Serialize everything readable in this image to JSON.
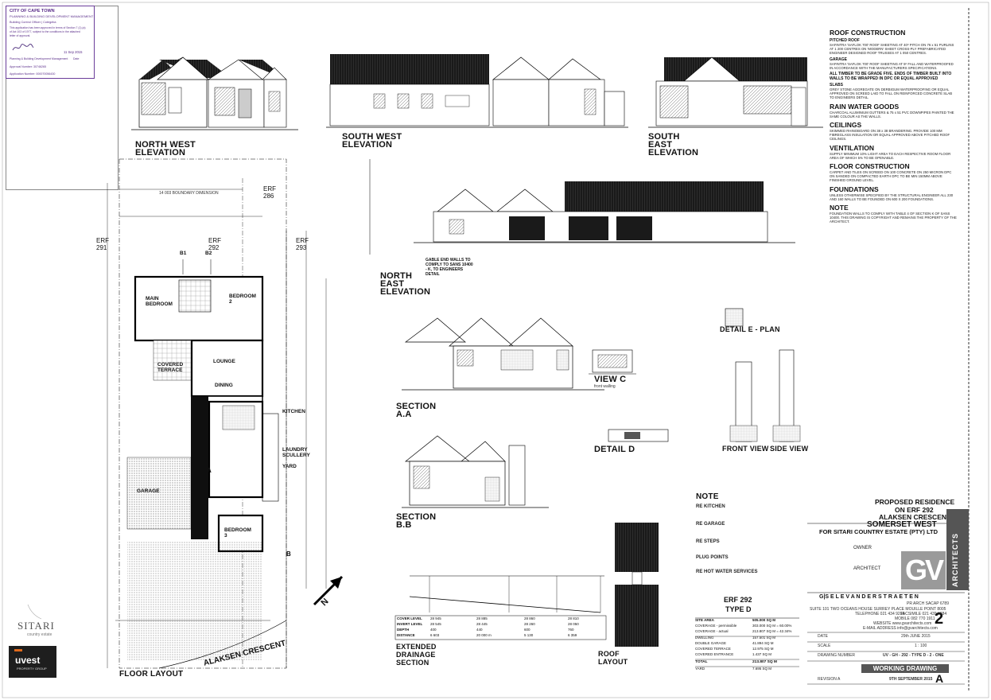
{
  "stamp": {
    "line1": "CITY OF CAPE TOWN",
    "line2": "PLANNING & BUILDING DEVELOPMENT MANAGEMENT",
    "line3": "Building Control Officer | Cotegeba",
    "line4": "This application has been approved in terms of Section 7 (1) (a)",
    "line5": "of Act 103 of 1977, subject to the conditions in the attached",
    "line6": "letter of approval.",
    "date": "11 Sep 2015",
    "sig_label": "Planning & Building Development Management",
    "date_label": "Date",
    "approval_number": "Approval Number: 30746265",
    "application_number": "Application Number: 000070056430"
  },
  "views": {
    "nw_elevation": "NORTH WEST ELEVATION",
    "sw_elevation": "SOUTH WEST ELEVATION",
    "se_elevation": "SOUTH EAST ELEVATION",
    "ne_elevation": "NORTH EAST ELEVATION",
    "section_aa": "SECTION A.A",
    "section_bb": "SECTION B.B",
    "view_c": "VIEW C",
    "view_c_sub": "front walling",
    "detail_d": "DETAIL D",
    "detail_e": "DETAIL E - PLAN",
    "front_view": "FRONT VIEW",
    "side_view": "SIDE VIEW",
    "floor_layout": "FLOOR LAYOUT",
    "roof_layout": "ROOF LAYOUT",
    "drainage": "EXTENDED DRAINAGE SECTION",
    "street": "ALAKSEN CRESCENT",
    "gable_note": "GABLE END WALLS TO COMPLY TO SANS 10400 - K, TO ENGINEERS DETAIL"
  },
  "plan": {
    "erf291": "ERF 291",
    "erf292": "ERF 292",
    "erf293": "ERF 293",
    "erf286": "ERF 286",
    "boundary": "14 003 BOUNDARY DIMENSION",
    "rooms": {
      "main_bedroom": "MAIN BEDROOM",
      "bedroom2": "BEDROOM 2",
      "covered_terrace": "COVERED TERRACE",
      "lounge": "LOUNGE",
      "dining": "DINING",
      "kitchen": "KITCHEN",
      "laundry": "LAUNDRY SCULLERY",
      "yard": "YARD",
      "garage": "GARAGE",
      "bedroom3": "BEDROOM 3"
    },
    "label_b1": "B1",
    "label_b2": "B2",
    "label_a": "A",
    "label_b": "B"
  },
  "spec": {
    "roof_title": "ROOF CONSTRUCTION",
    "pitched_roof": "PITCHED ROOF",
    "pitched_text": "SAFINTRA 'SAFLOK 700' ROOF SHEETING AT 40º PITCH ON 76 x 51 PURLINS AT 1 200 CENTRES ON 'MODERN' SHEET CROSS-PLY PREFABRICATED ENGINEER DESIGNED ROOF TRUSSES AT 1 050 CENTRES.",
    "garage": "GARAGE",
    "garage_text": "SAFINTRA 'SAFLOK 700' ROOF SHEETING AT 5º FALL AND WATERPROOFED IN ACCORDANCE WITH THE MANUFACTURERS SPECIFICATIONS.",
    "timber_note": "ALL TIMBER TO BE GRADE FIVE. ENDS OF TIMBER BUILT INTO WALLS TO BE WRAPPED IN DPC OR EQUAL APPROVED",
    "slabs": "SLABS",
    "slabs_text": "GREY STONE AGGREGATE ON DERBIGUM WATERPROOFING OR EQUAL APPROVED ON SCREED LAID TO FALL ON REINFORCED CONCRETE SLAB TO ENGINEERS DETAIL.",
    "rainwater_title": "RAIN WATER GOODS",
    "rainwater_text": "CHARCOAL ALUMINIUM GUTTERS & 75 x 51 PVC DOWNPIPES PAINTED THE SAME COLOUR AS THE WALLS.",
    "ceilings_title": "CEILINGS",
    "ceilings_text": "SKIMMED RHINOBOARD ON 38 x 38 BRANDERING. PROVIDE 100 MM FIBREGLASS INSULATION OR EQUAL APPROVED ABOVE PITCHED ROOF CEILINGS.",
    "ventilation_title": "VENTILATION",
    "ventilation_text": "SUPPLY MINIMUM 10% LIGHT AREA TO EACH RESPECTIVE ROOM FLOOR AREA OF WHICH 5% TO BE OPENABLE.",
    "floor_title": "FLOOR CONSTRUCTION",
    "floor_text": "CARPET AND TILES ON SCREED ON 100 CONCRETE ON 250 MICRON DPC ON SANDED ON COMPACTED EARTH DPC TO BE MIN 150MM ABOVE FINISHED GROUND LEVEL.",
    "foundations_title": "FOUNDATIONS",
    "foundations_text": "UNLESS OTHERWISE SPECIFIED BY THE STRUCTURAL ENGINEER ALL 230 AND 160 WALLS TO BE FOUNDED ON 600 X 200 FOUNDATIONS.",
    "note_title": "NOTE",
    "note_text": "FOUNDATION WALLS TO COMPLY WITH TABLE 4 OF SECTION K OF SANS 10400. THIS DRAWING IS COPYRIGHT AND REMAINS THE PROPERTY OF THE ARCHITECT."
  },
  "note2": {
    "title": "NOTE",
    "kitchen": "RE KITCHEN",
    "garage": "RE GARAGE",
    "steps": "RE STEPS",
    "plug": "PLUG POINTS",
    "water": "RE HOT WATER SERVICES"
  },
  "area_table": {
    "title1": "ERF 292",
    "title2": "TYPE D",
    "rows": [
      {
        "k": "SITE AREA",
        "v": "505.000 SQ M"
      },
      {
        "k": "COVERAGE - permissible",
        "v": "303.000 SQ M = 60.00%"
      },
      {
        "k": "COVERAGE - actual",
        "v": "213.807 SQ M = 42.34%"
      },
      {
        "k": "DWELLING",
        "v": "157.501 SQ M"
      },
      {
        "k": "DOUBLE GARAGE",
        "v": "41.894 SQ M"
      },
      {
        "k": "COVERED TERRACE",
        "v": "12.975 SQ M"
      },
      {
        "k": "COVERED ENTRANCE",
        "v": "1.437 SQ M"
      },
      {
        "k": "TOTAL",
        "v": "213.807 SQ M"
      },
      {
        "k": "YARD",
        "v": "7.695 SQ M"
      }
    ]
  },
  "drain_table": {
    "rows": [
      {
        "k": "COVER LEVEL",
        "vals": [
          "28 945",
          "28 885",
          "28 860",
          "28 810"
        ]
      },
      {
        "k": "INVERT LEVEL",
        "vals": [
          "28 545",
          "28 445",
          "28 260",
          "28 050"
        ]
      },
      {
        "k": "DEPTH",
        "vals": [
          "400",
          "440",
          "600",
          "760"
        ]
      },
      {
        "k": "DISTANCE",
        "vals": [
          "6 603",
          "20 000 m",
          "5 130",
          "6 359"
        ]
      }
    ]
  },
  "title_block": {
    "proposed": "PROPOSED RESIDENCE",
    "on_erf": "ON ERF 292",
    "street": "ALAKSEN CRESCENT",
    "town": "SOMERSET WEST",
    "client": "FOR SITARI COUNTRY ESTATE (PTY) LTD",
    "owner": "OWNER",
    "architect": "ARCHITECT",
    "firm": "G|S E L E V A N D E R S T R A E T E N",
    "qual": "PR ARCH  SACAP 6789",
    "addr1": "SUITE 101 TWO OCEANS HOUSE SURREY PLACE MOUILLE POINT 8005",
    "tel": "TELEPHONE 021 434 9219",
    "fax": "FACSIMILE 021 439 3884",
    "mobile": "MOBILE 082 770 1911",
    "web": "WEBSITE www.gvarchitects.com",
    "email": "E-MAIL ADDRESS info@gvarchitects.com",
    "sheet": "2",
    "date_label": "DATE",
    "date_value": "29th JUNE 2015",
    "scale_label": "SCALE",
    "scale_value": "1 : 100",
    "drawing_label": "DRAWING NUMBER",
    "drawing_value": "UV - GH - 292 - TYPE D - 2 - ONE",
    "working": "WORKING DRAWING",
    "revision_label": "REVISION A",
    "revision_date": "9TH SEPTEMBER 2015",
    "revision": "A",
    "gv": "GV",
    "architects": "ARCHITECTS"
  },
  "logos": {
    "sitari": "SITARI",
    "sitari_sub": "country estate",
    "uvest": "uvest",
    "uvest_sub": "PROPERTY GROUP"
  },
  "north": "N"
}
